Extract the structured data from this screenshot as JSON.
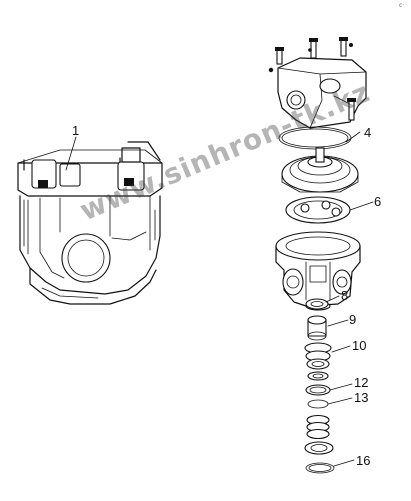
{
  "callouts": [
    {
      "label": "1"
    },
    {
      "label": "4"
    },
    {
      "label": "6"
    },
    {
      "label": "8"
    },
    {
      "label": "9"
    },
    {
      "label": "10"
    },
    {
      "label": "12"
    },
    {
      "label": "13"
    },
    {
      "label": "16"
    }
  ],
  "watermark": "www.sinhron-tk.kz",
  "corner_mark": "c·"
}
